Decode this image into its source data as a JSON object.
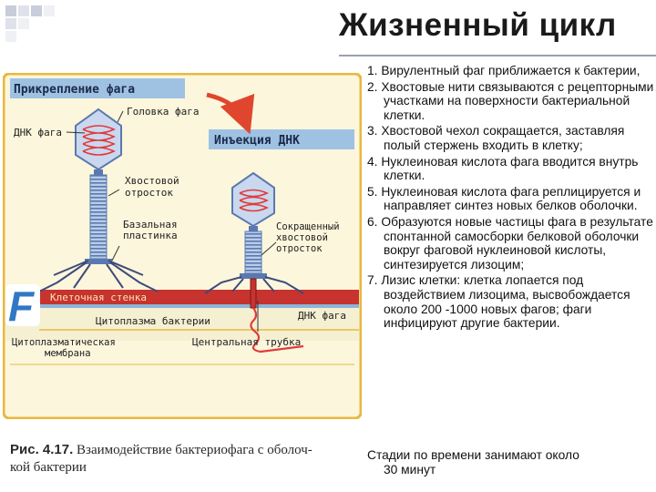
{
  "title": "Жизненный цикл",
  "colors": {
    "panel_bg": "#fbf6dc",
    "panel_border": "#e8b840",
    "label_box": "#9fc2e3",
    "cell_wall": "#c7332f",
    "cytoplasm": "#f5f0d2",
    "dna": "#e23a3a",
    "tail": "#6f8fc4",
    "arrow": "#e0462e",
    "corner_squares": "#b8bed0"
  },
  "figure": {
    "labels": {
      "attachment": "Прикрепление фага",
      "head": "Головка фага",
      "dna_phage": "ДНК фага",
      "injection": "Инъекция ДНК",
      "tail_line1": "Хвостовой",
      "tail_line2": "отросток",
      "basal_line1": "Базальная",
      "basal_line2": "пластинка",
      "contracted_line1": "Сокращенный",
      "contracted_line2": "хвостовой",
      "contracted_line3": "отросток",
      "cell_wall": "Клеточная стенка",
      "cytoplasm": "Цитоплазма бактерии",
      "dna_phage2": "ДНК фага",
      "membrane_line1": "Цитоплазматическая",
      "membrane_line2": "мембрана",
      "central_tube": "Центральная трубка",
      "badge": "F"
    },
    "caption_fig": "Рис. 4.17.",
    "caption_line1": "Взаимодействие бактериофага с оболоч-",
    "caption_line2": "кой бактерии"
  },
  "steps": [
    "1. Вирулентный фаг приближается к бактерии,",
    "2. Хвостовые нити связываются с рецепторными участками на поверхности бактериальной клетки.",
    "3. Хвостовой чехол сокращается, заставляя полый стержень входить в клетку;",
    "4. Нуклеиновая кислота фага вводится внутрь клетки.",
    "5. Нуклеиновая кислота фага реплицируется и направляет синтез новых белков оболочки.",
    "6. Образуются новые частицы фага в результате спонтанной самосборки белковой оболочки вокруг фаговой нуклеиновой кислоты, синтезируется лизоцим;",
    "7. Лизис клетки: клетка лопается под воздействием лизоцима, высвобождается около 200 -1000 новых фагов; фаги инфицируют другие бактерии."
  ],
  "footer_line1": "Стадии по времени занимают около",
  "footer_line2": "30 минут"
}
